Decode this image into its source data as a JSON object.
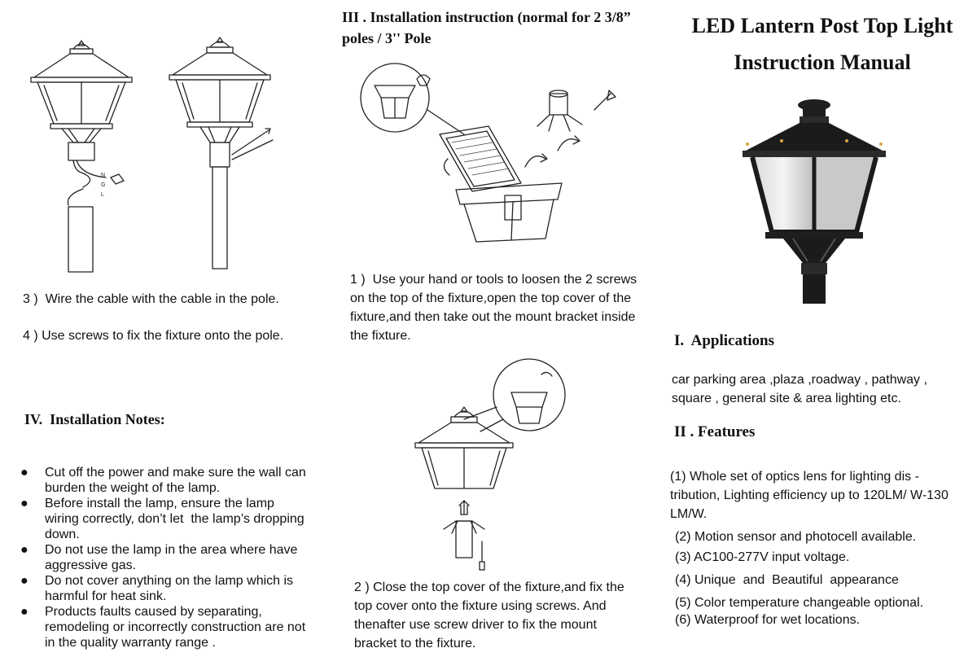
{
  "col1": {
    "step3": "3 )  Wire the cable with the cable in the pole.",
    "step4": "4 ) Use screws to fix the fixture onto the pole.",
    "notes_heading": "IV.  Installation Notes:",
    "notes": [
      "Cut off the power and make sure the wall can burden the weight of the lamp.",
      "Before install the lamp, ensure the lamp wiring correctly, don’t let  the lamp’s dropping down.",
      "Do not use the lamp in the area where have aggressive gas.",
      "Do not cover anything on the lamp which is harmful for heat sink.",
      "Products faults caused by separating, remodeling or incorrectly construction are not in the quality warranty range ."
    ],
    "wire_labels": [
      "N",
      "G",
      "L"
    ]
  },
  "col2": {
    "heading": "III . Installation instruction (normal for 2 3/8” poles / 3'' Pole",
    "step1": "1 )  Use your hand or tools to loosen the 2 screws on the top of the fixture,open the top cover of the fixture,and then take out the mount bracket inside the fixture.",
    "step2": "2 ) Close the top cover of the fixture,and fix the top cover onto the fixture using screws. And thenafter use screw driver to fix the mount bracket to the fixture."
  },
  "col3": {
    "title_line1": "LED Lantern Post Top Light",
    "title_line2": "Instruction Manual",
    "applications_heading": "I.  Applications",
    "applications_text": "car parking area ,plaza ,roadway , pathway , square , general site & area lighting etc.",
    "features_heading": "II . Features",
    "features": [
      "(1) Whole set of optics lens for lighting dis - tribution, Lighting efficiency up to 120LM/ W-130 LM/W.",
      "(2) Motion sensor and photocell available.",
      "(3) AC100-277V input voltage.",
      "(4) Unique  and  Beautiful  appearance",
      "(5) Color temperature changeable optional.",
      "(6) Waterproof for wet locations."
    ]
  }
}
